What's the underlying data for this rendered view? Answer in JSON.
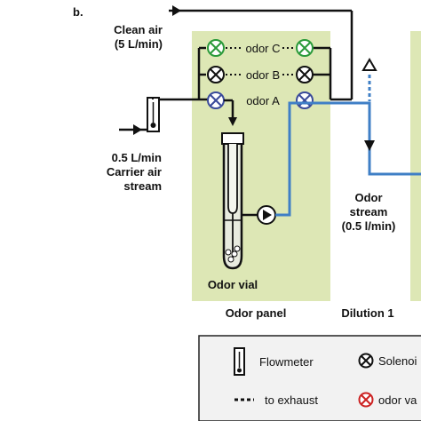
{
  "figure": {
    "panel_letter": "b.",
    "clean_air": {
      "line1": "Clean air",
      "line2": "(5 L/min)"
    },
    "carrier_air": {
      "line1": "0.5 L/min",
      "line2": "Carrier air",
      "line3": "stream"
    },
    "odors": [
      "odor C",
      "odor B",
      "odor A"
    ],
    "vial_label": "Odor vial",
    "odor_stream": {
      "line1": "Odor",
      "line2": "stream",
      "line3": "(0.5 l/min)"
    },
    "sections": {
      "panel": "Odor panel",
      "dilution": "Dilution 1"
    },
    "legend": {
      "flowmeter": "Flowmeter",
      "exhaust": "to exhaust",
      "solenoid": "Solenoi",
      "odor_valve": "odor va"
    },
    "colors": {
      "panel_fill": "#dde7b5",
      "odor_line": "#3f7fc6",
      "valve_green": "#2a9a3a",
      "valve_blue": "#3a4a9a",
      "valve_red": "#cc2222"
    }
  }
}
